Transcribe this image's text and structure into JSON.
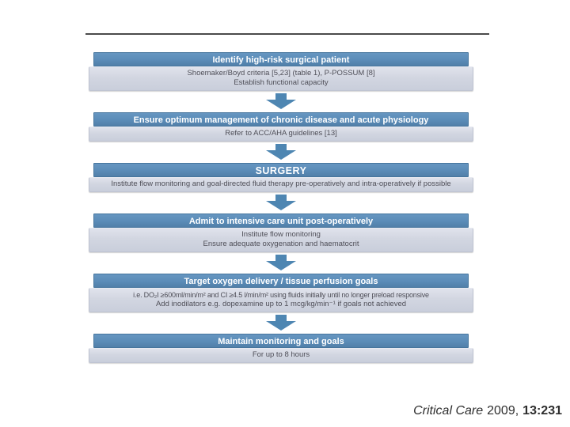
{
  "colors": {
    "header_blue": "#5b8cb8",
    "sub_gray": "#d2d6e1",
    "arrow_blue": "#4e86b2",
    "rule": "#4a4a4a",
    "sub_text": "#4f4f58"
  },
  "flowchart": {
    "steps": [
      {
        "title": "Identify high-risk surgical patient",
        "details": [
          "Shoemaker/Boyd criteria [5,23] (table 1), P-POSSUM [8]",
          "Establish functional capacity"
        ]
      },
      {
        "title": "Ensure optimum management of chronic disease and acute physiology",
        "details": [
          "Refer to ACC/AHA guidelines [13]"
        ]
      },
      {
        "title": "SURGERY",
        "details": [
          "Institute flow monitoring and goal-directed fluid therapy pre-operatively and intra-operatively if possible"
        ]
      },
      {
        "title": "Admit to intensive care unit post-operatively",
        "details": [
          "Institute flow monitoring",
          "Ensure adequate oxygenation and haematocrit"
        ]
      },
      {
        "title": "Target oxygen delivery / tissue perfusion goals",
        "details": [
          "i.e. DO₂I ≥600ml/min/m² and CI ≥4.5 l/min/m² using fluids initially until no longer preload responsive",
          "Add inodilators e.g. dopexamine up to 1 mcg/kg/min⁻¹ if goals not achieved"
        ]
      },
      {
        "title": "Maintain monitoring and goals",
        "details": [
          "For up to 8 hours"
        ]
      }
    ]
  },
  "footer": {
    "journal": "Critical Care",
    "year": "2009,",
    "volume_page": "13:231"
  }
}
